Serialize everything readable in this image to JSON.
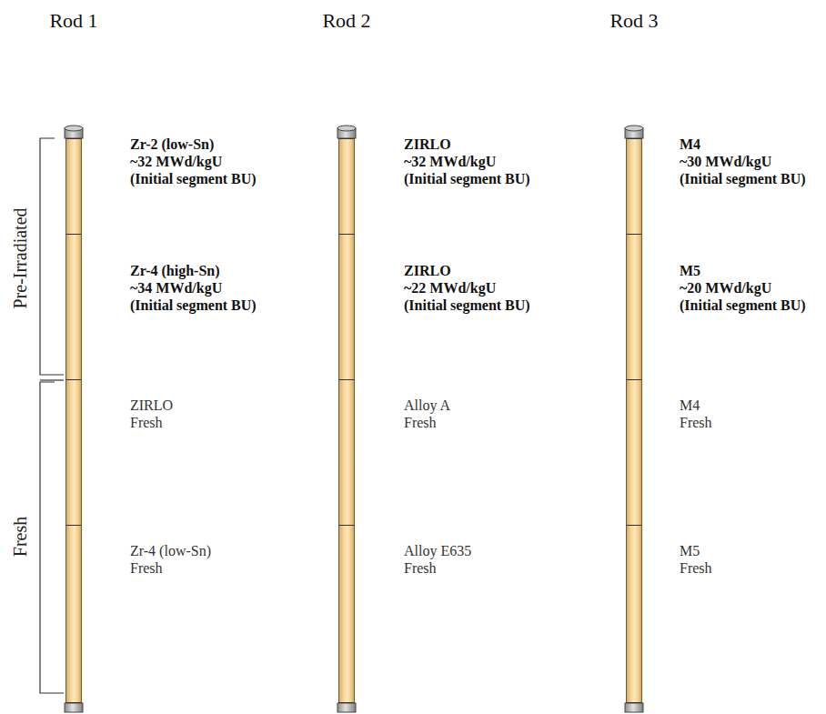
{
  "diagram": {
    "nodes": [
      {
        "text": [
          "Rod 1"
        ]
      },
      {
        "text": [
          "Zr-2 (low-Sn)",
          "~32 MWd/kgU",
          "(Initial segment BU)"
        ],
        "in": 0
      },
      {
        "text": [
          "Zr-4 (high-Sn)",
          "~34 MWd/kgU",
          "(Initial segment BU)"
        ],
        "in": 0
      },
      {
        "text": [
          "ZIRLO",
          "Fresh"
        ],
        "in": 0
      },
      {
        "text": [
          "Zr-4 (low-Sn)",
          "Fresh"
        ],
        "in": 0
      },
      {
        "text": [
          "Rod 2"
        ]
      },
      {
        "text": [
          "ZIRLO",
          "~32 MWd/kgU",
          "(Initial segment BU)"
        ],
        "in": 5
      },
      {
        "text": [
          "ZIRLO",
          "~22 MWd/kgU",
          "(Initial segment BU)"
        ],
        "in": 5
      },
      {
        "text": [
          "Alloy A",
          "Fresh"
        ],
        "in": 5
      },
      {
        "text": [
          "Alloy E635",
          "Fresh"
        ],
        "in": 5
      },
      {
        "text": [
          "Rod 3"
        ]
      },
      {
        "text": [
          "M4",
          "~30 MWd/kgU",
          "(Initial segment BU)"
        ],
        "in": 10
      },
      {
        "text": [
          "M5",
          "~20 MWd/kgU",
          "(Initial segment BU)"
        ],
        "in": 10
      },
      {
        "text": [
          "M4",
          "Fresh"
        ],
        "in": 10
      },
      {
        "text": [
          "M5",
          "Fresh"
        ],
        "in": 10
      }
    ],
    "labels": [
      "Pre-Irradiated",
      "Fresh"
    ]
  }
}
